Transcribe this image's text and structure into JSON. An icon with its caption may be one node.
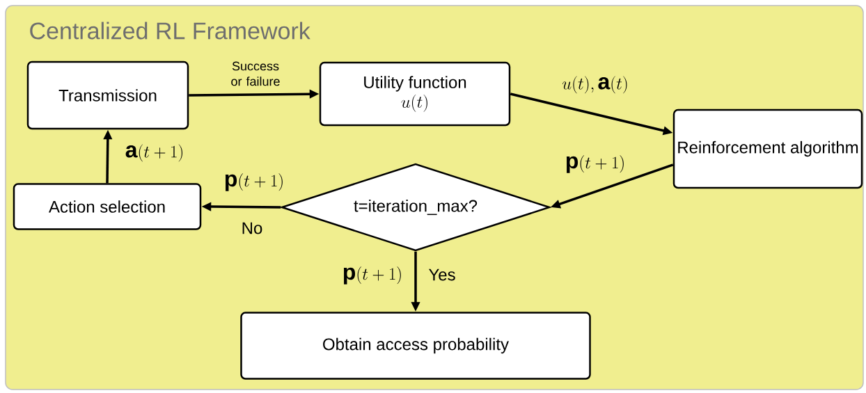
{
  "diagram": {
    "title": "Centralized RL Framework",
    "nodes": [
      {
        "text": [
          "Transmission"
        ]
      },
      {
        "text": [
          "Utility function",
          "u(t)"
        ]
      },
      {
        "text": [
          "Reinforcement algorithm"
        ]
      },
      {
        "text": [
          "t=iteration_max?"
        ]
      },
      {
        "text": [
          "Action selection"
        ]
      },
      {
        "text": [
          "Obtain access probability"
        ]
      }
    ],
    "edges": [
      {
        "from": 0,
        "to": 1,
        "arrow": "to",
        "label": "Success or failure"
      },
      {
        "from": 1,
        "to": 2,
        "arrow": "to",
        "label": "u(t), \\mathbf{a}(t)"
      },
      {
        "from": 2,
        "to": 3,
        "arrow": "to",
        "label": "\\mathbf{p}(t+1)"
      },
      {
        "from": 3,
        "to": 4,
        "arrow": "to",
        "label": "\\mathbf{p}(t+1)"
      },
      {
        "from": 3,
        "to": 5,
        "arrow": "to",
        "label": "\\mathbf{p}(t+1)"
      },
      {
        "from": 4,
        "to": 0,
        "arrow": "to",
        "label": "\\mathbf{a}(t+1)"
      }
    ],
    "labels": [
      "No",
      "Yes"
    ]
  }
}
